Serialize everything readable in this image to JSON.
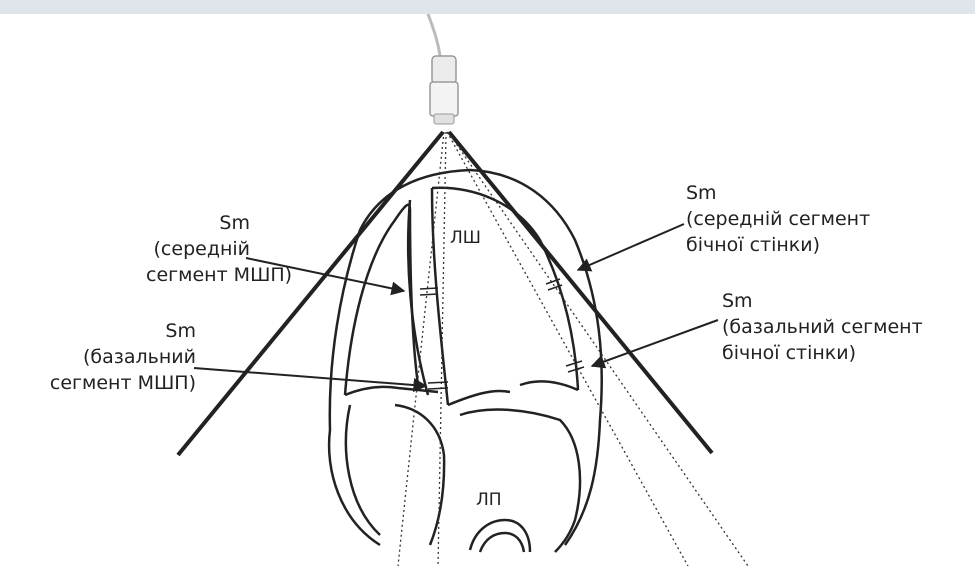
{
  "labels": {
    "mid_septal": {
      "l1": "Sm",
      "l2": "(середній",
      "l3": "сегмент МШП)"
    },
    "basal_septal": {
      "l1": "Sm",
      "l2": "(базальний",
      "l3": "сегмент МШП)"
    },
    "mid_lateral": {
      "l1": "Sm",
      "l2": "(середній сегмент",
      "l3": "бічної стінки)"
    },
    "basal_lateral": {
      "l1": "Sm",
      "l2": "(базальний сегмент",
      "l3": "бічної стінки)"
    }
  },
  "chambers": {
    "lv": "ЛШ",
    "la": "ЛП"
  },
  "colors": {
    "line": "#222222",
    "topbar": "#dfe5ea",
    "probe": "#e4e4e4"
  },
  "icons": {
    "probe": "ultrasound-probe-icon"
  }
}
